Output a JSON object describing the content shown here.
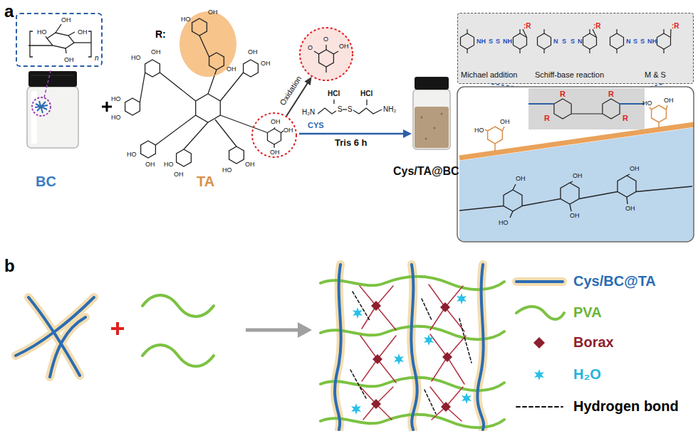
{
  "diagram": {
    "nodes": [
      {
        "text": [
          "OH",
          "OH",
          "HO",
          "OH",
          "n"
        ]
      },
      {
        "text": [
          "OH",
          "OH",
          "OH"
        ]
      },
      {
        "text": [
          "O",
          "O",
          "OH"
        ]
      },
      {
        "text": [
          "R:"
        ]
      },
      {
        "text": [
          "NH",
          "S",
          "S",
          "NH",
          ":R",
          "N",
          "S",
          "S",
          "N",
          ":R",
          "N",
          "S",
          "S",
          "NH",
          ":R",
          "Michael addition",
          "Schiff-base reaction",
          "M & S"
        ]
      }
    ],
    "edges": [
      {
        "from": 1,
        "to": 2,
        "arrow": "to",
        "label": "Oxidation"
      }
    ],
    "labels": [
      "a",
      "BC",
      "TA",
      "HO",
      "OH",
      "OH",
      "HO",
      "OH",
      "HO",
      "HO",
      "HO",
      "OH",
      "HO",
      "OH",
      "OH",
      "OH",
      "OH",
      "HO",
      "HCl",
      "HCl",
      "H₂N",
      "S",
      "S",
      "NH₂",
      "CYS",
      "Tris 6 h",
      "Cys/TA@BC",
      "R",
      "R",
      "R",
      "R",
      "HO",
      "OH",
      "HO",
      "OH",
      "OH",
      "HO",
      "OH",
      "OH",
      "OH",
      "OH",
      "b"
    ],
    "legend": [
      {
        "text": "Cys/BC@TA"
      },
      {
        "text": "PVA"
      },
      {
        "text": "Borax"
      },
      {
        "text": "H₂O"
      },
      {
        "text": "Hydrogen bond"
      }
    ]
  }
}
